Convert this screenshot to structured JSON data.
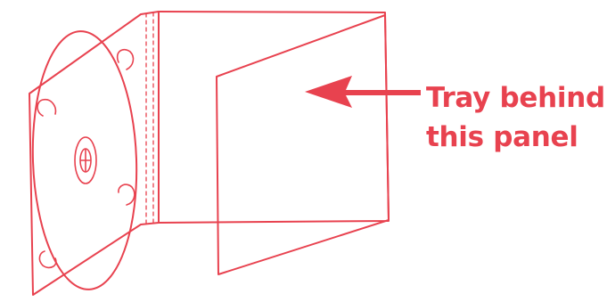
{
  "illustration": {
    "subject": "opened CD digipak with disc tray and folded panel",
    "accent_color": "#e8424f",
    "background_color": "#ffffff"
  },
  "callout": {
    "line1": "Tray behind",
    "line2": "this panel",
    "arrow_icon": "arrow-left-icon"
  }
}
